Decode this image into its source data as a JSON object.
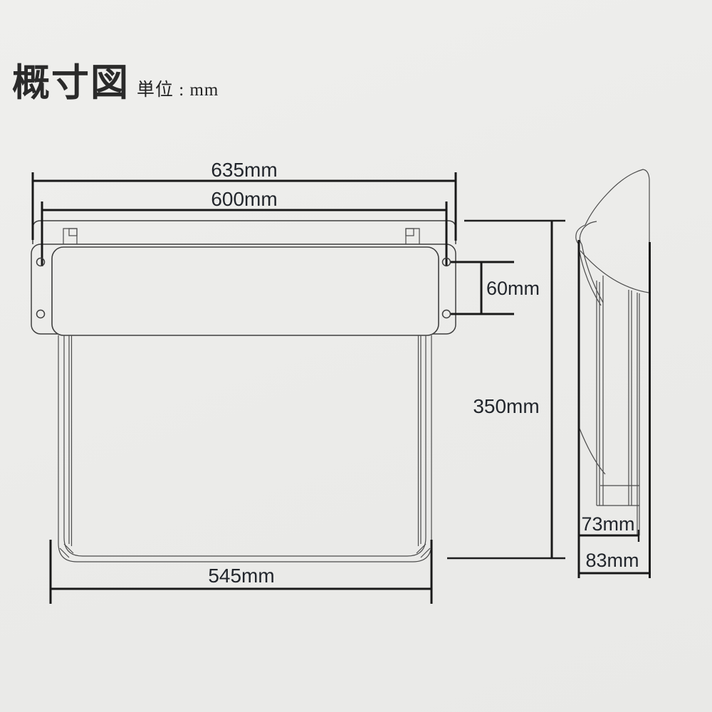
{
  "page": {
    "title": "概寸図",
    "unit_note": "単位 : mm",
    "background_color": "#ebebe9"
  },
  "colors": {
    "outline": "#4b4b4b",
    "dimension_line": "#191919",
    "label_text": "#22262c",
    "title_text": "#2a2a2a"
  },
  "dimensions": {
    "overall_width": "635mm",
    "hole_pitch_horizontal": "600mm",
    "hole_pitch_vertical": "60mm",
    "overall_height": "350mm",
    "bottom_frame_width": "545mm",
    "depth_body": "73mm",
    "depth_overall": "83mm"
  }
}
